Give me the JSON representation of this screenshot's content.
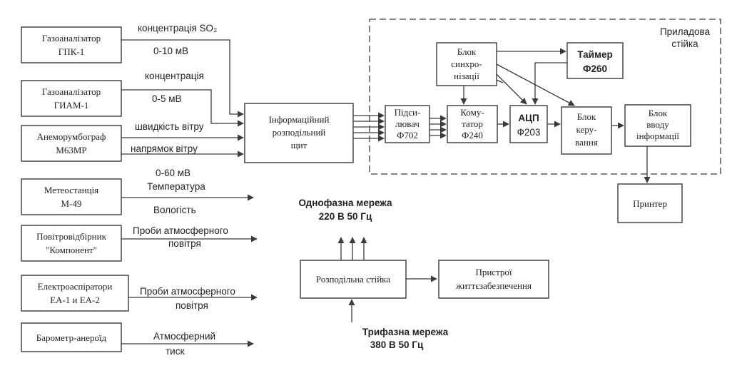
{
  "blocks": {
    "gas_pgk": [
      "Газоаналізатор",
      "ГПК-1"
    ],
    "gas_giam": [
      "Газоаналізатор",
      "ГИАМ-1"
    ],
    "anemo": [
      "Анеморумбограф",
      "М63МР"
    ],
    "meteo": [
      "Метеостанція",
      "М-49"
    ],
    "sampler": [
      "Повітровідбірник",
      "\"Компонент\""
    ],
    "aspirators": [
      "Електроаспіратори",
      "ЕА-1 и ЕА-2"
    ],
    "barometer": [
      "Барометр-анероїд"
    ],
    "panel": [
      "Інформаційний",
      "розподільний",
      "щит"
    ],
    "amplifier": [
      "Підси-",
      "лювач",
      "Ф702"
    ],
    "commutator": [
      "Кому-",
      "татор",
      "Ф240"
    ],
    "adc": [
      "АЦП",
      "Ф203"
    ],
    "sync": [
      "Блок",
      "синхро-",
      "нізації"
    ],
    "timer": [
      "Таймер",
      "Ф260"
    ],
    "control": [
      "Блок",
      "керу-",
      "вання"
    ],
    "input": [
      "Блок",
      "вводу",
      "інформації"
    ],
    "printer": [
      "Принтер"
    ],
    "power_rack": [
      "Розподільна стійка"
    ],
    "life_support": [
      "Пристрої",
      "життєзабезпечення"
    ]
  },
  "labels": {
    "so2": "концентрація SO₂",
    "range1": "0-10 мВ",
    "conc": "концентрація",
    "range2": "0-5 мВ",
    "wind_speed": "швидкість вітру",
    "wind_dir": "напрямок вітру",
    "range3": "0-60 мВ",
    "temperature": "Температура",
    "humidity": "Вологість",
    "samples1": [
      "Проби атмосферного",
      "повітря"
    ],
    "samples2": [
      "Проби атмосферного",
      "повітря"
    ],
    "pressure": [
      "Атмосферний",
      "тиск"
    ],
    "rack_title": [
      "Приладова",
      "стійка"
    ],
    "single_phase": [
      "Однофазна мережа",
      "220 В   50 Гц"
    ],
    "three_phase": [
      "Трифазна мережа",
      "380 В  50 Гц"
    ]
  }
}
